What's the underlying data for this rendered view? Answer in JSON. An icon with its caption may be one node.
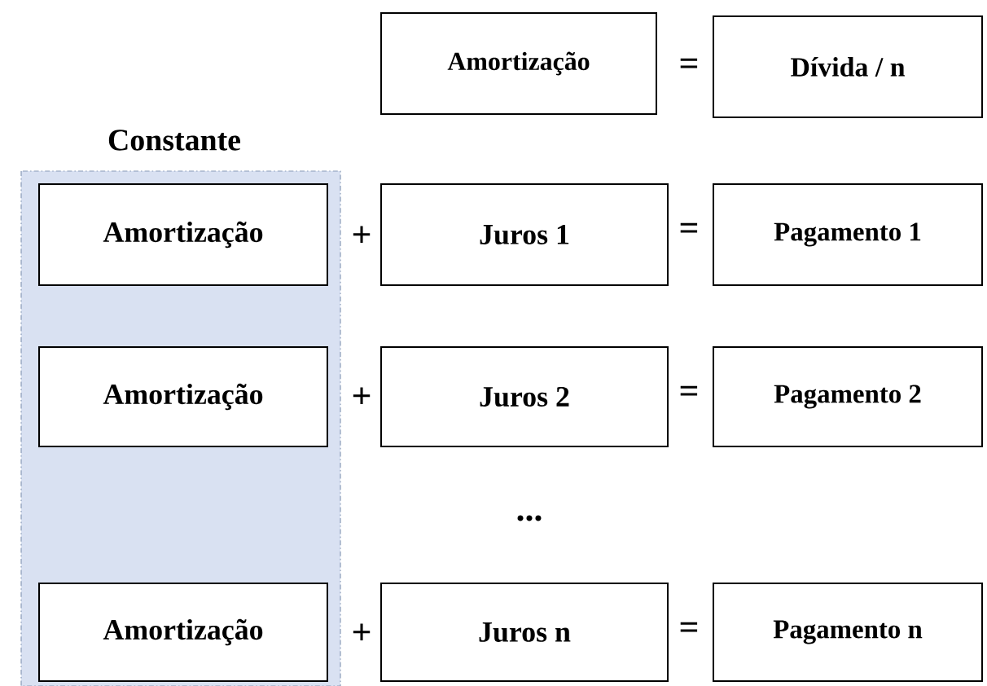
{
  "diagram": {
    "nodes": [
      {
        "text": [
          "Amortização"
        ]
      },
      {
        "text": [
          "Dívida / n"
        ]
      },
      {
        "text": [
          "Constante"
        ]
      },
      {
        "text": [
          "Amortização"
        ],
        "in": 2
      },
      {
        "text": [
          "Juros 1"
        ]
      },
      {
        "text": [
          "Pagamento 1"
        ]
      },
      {
        "text": [
          "Amortização"
        ],
        "in": 2
      },
      {
        "text": [
          "Juros 2"
        ]
      },
      {
        "text": [
          "Pagamento 2"
        ]
      },
      {
        "text": [
          "Amortização"
        ],
        "in": 2
      },
      {
        "text": [
          "Juros n"
        ]
      },
      {
        "text": [
          "Pagamento n"
        ]
      }
    ],
    "labels": [
      "=",
      "+",
      "=",
      "+",
      "=",
      "...",
      "+",
      "="
    ]
  }
}
